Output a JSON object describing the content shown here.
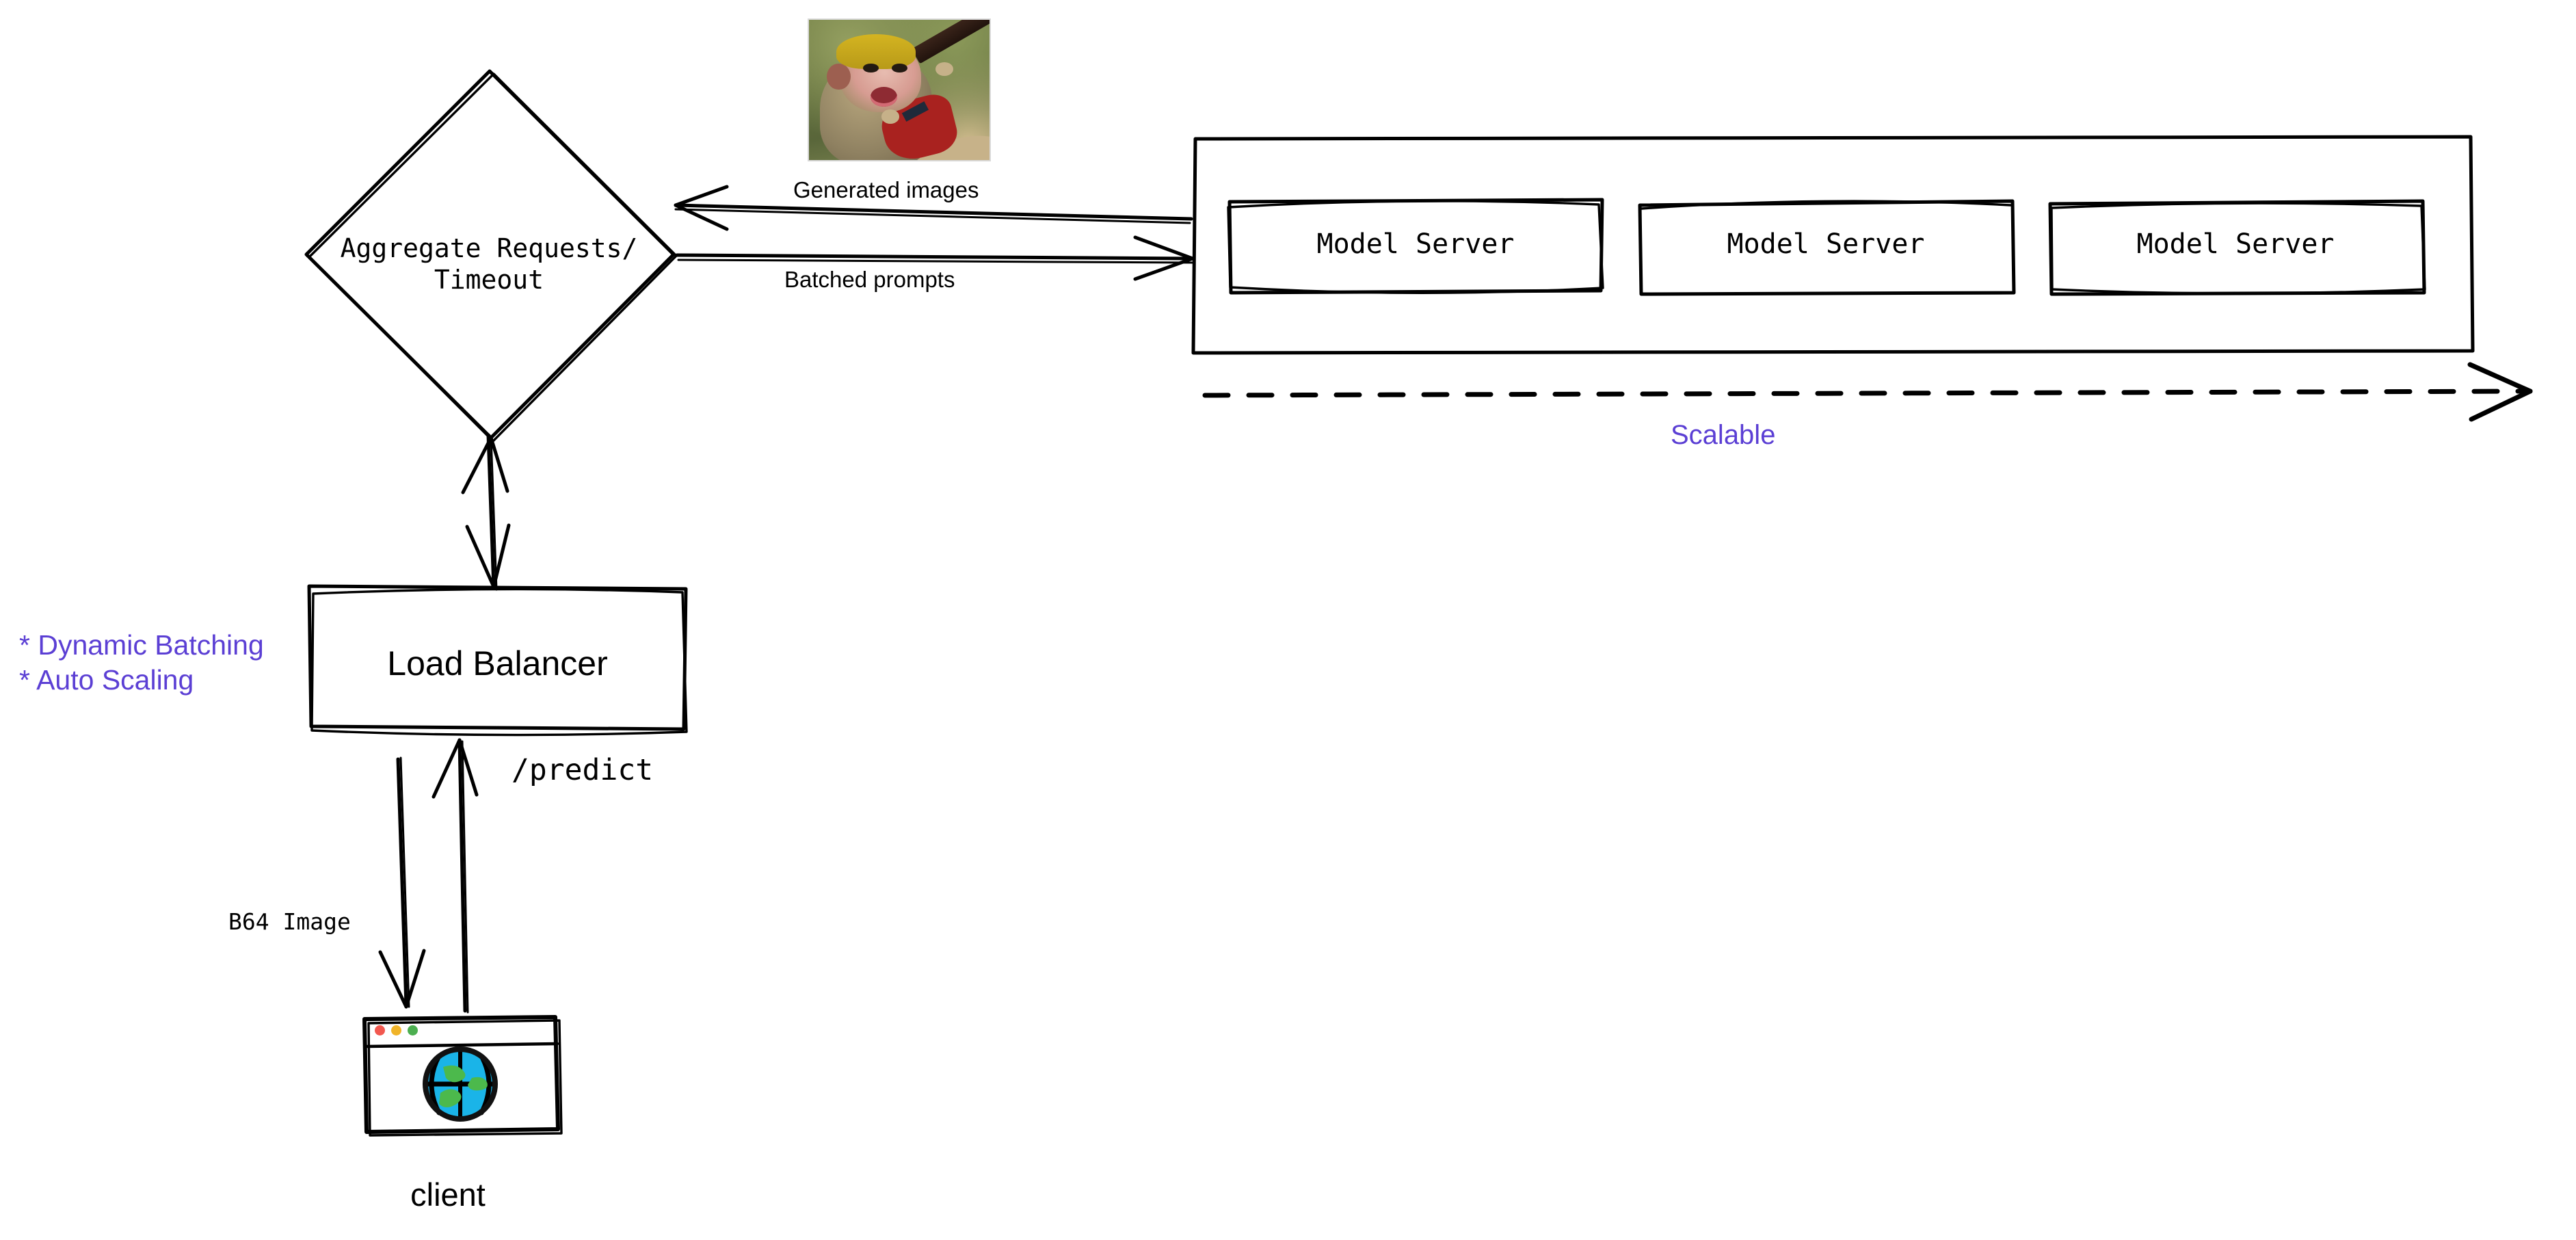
{
  "diagram": {
    "title_nodes": {
      "aggregate": "Aggregate Requests/\nTimeout",
      "load_balancer": "Load Balancer",
      "client": "client"
    },
    "model_servers": [
      {
        "label": "Model Server"
      },
      {
        "label": "Model Server"
      },
      {
        "label": "Model Server"
      }
    ],
    "edge_labels": {
      "generated_images": "Generated images",
      "batched_prompts": "Batched prompts",
      "predict": "/predict",
      "b64_image": "B64 Image"
    },
    "annotations": {
      "scalable": "Scalable",
      "features": "* Dynamic Batching\n* Auto Scaling"
    },
    "colors": {
      "accent_purple": "#5b3fd4",
      "stroke": "#000000",
      "background": "#ffffff",
      "dot_red": "#f2584f",
      "dot_yellow": "#f0b429",
      "dot_green": "#4caf50",
      "globe_blue": "#1ab4e8",
      "globe_green": "#4cb94c"
    },
    "images": {
      "generated_sample_alt": "generated-image-monkey-playing-guitar"
    },
    "icons": {
      "globe": "globe-icon",
      "browser_window": "browser-window-icon"
    }
  }
}
